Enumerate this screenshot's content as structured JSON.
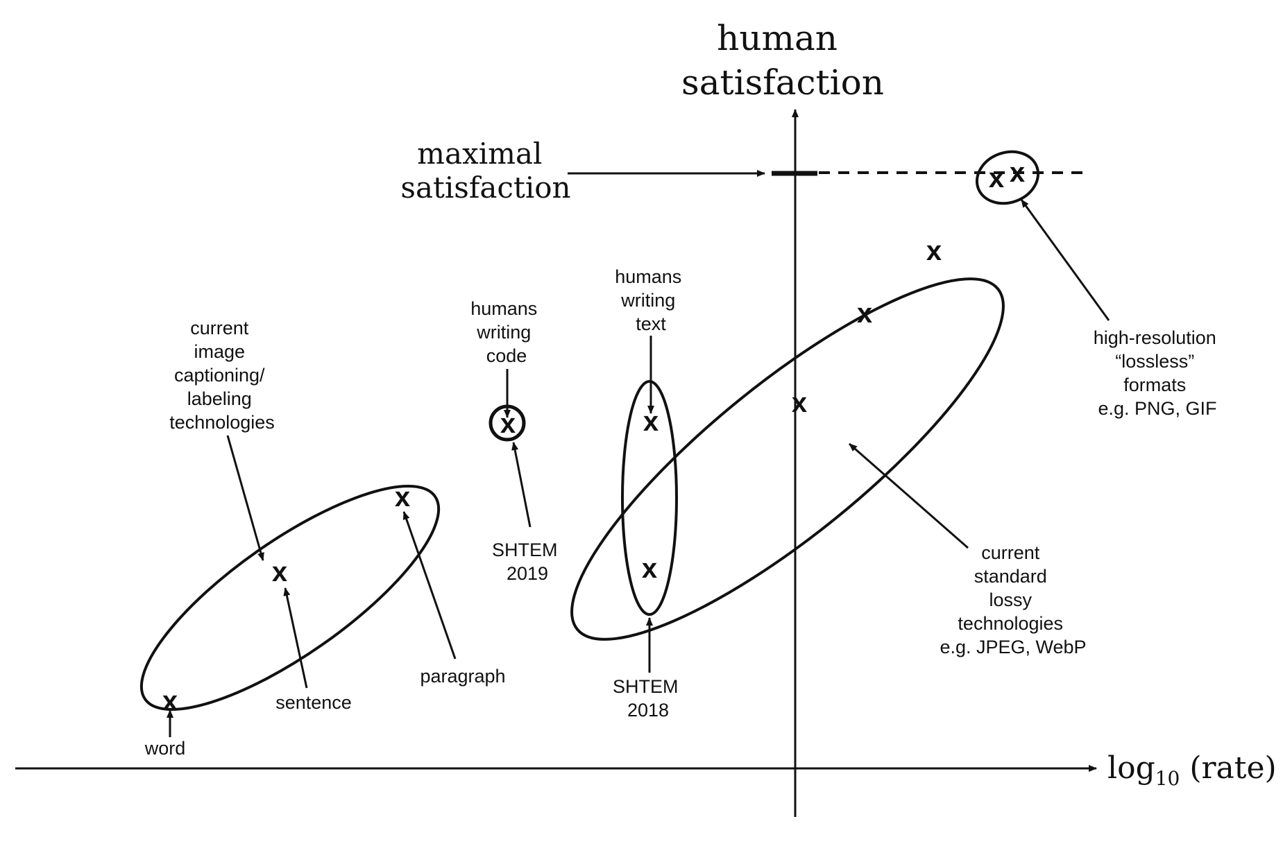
{
  "axes": {
    "y_label": [
      "human",
      "satisfaction"
    ],
    "x_label_main": "log",
    "x_label_sub": "10",
    "x_label_rest": " (rate)"
  },
  "maximal": {
    "label": [
      "maximal",
      "satisfaction"
    ]
  },
  "point_glyph": "x",
  "labels": {
    "captioning": [
      "current",
      "image",
      "captioning/",
      "labeling",
      "technologies"
    ],
    "word": "word",
    "sentence": "sentence",
    "paragraph": "paragraph",
    "humans_code": [
      "humans",
      "writing",
      "code"
    ],
    "shtem_2019": [
      "SHTEM",
      "2019"
    ],
    "humans_text": [
      "humans",
      "writing",
      "text"
    ],
    "shtem_2018": [
      "SHTEM",
      "2018"
    ],
    "lossy": [
      "current",
      "standard",
      "lossy",
      "technologies",
      "e.g. JPEG, WebP"
    ],
    "lossless": [
      "high-resolution",
      "“lossless”",
      "formats",
      "e.g. PNG, GIF"
    ]
  }
}
